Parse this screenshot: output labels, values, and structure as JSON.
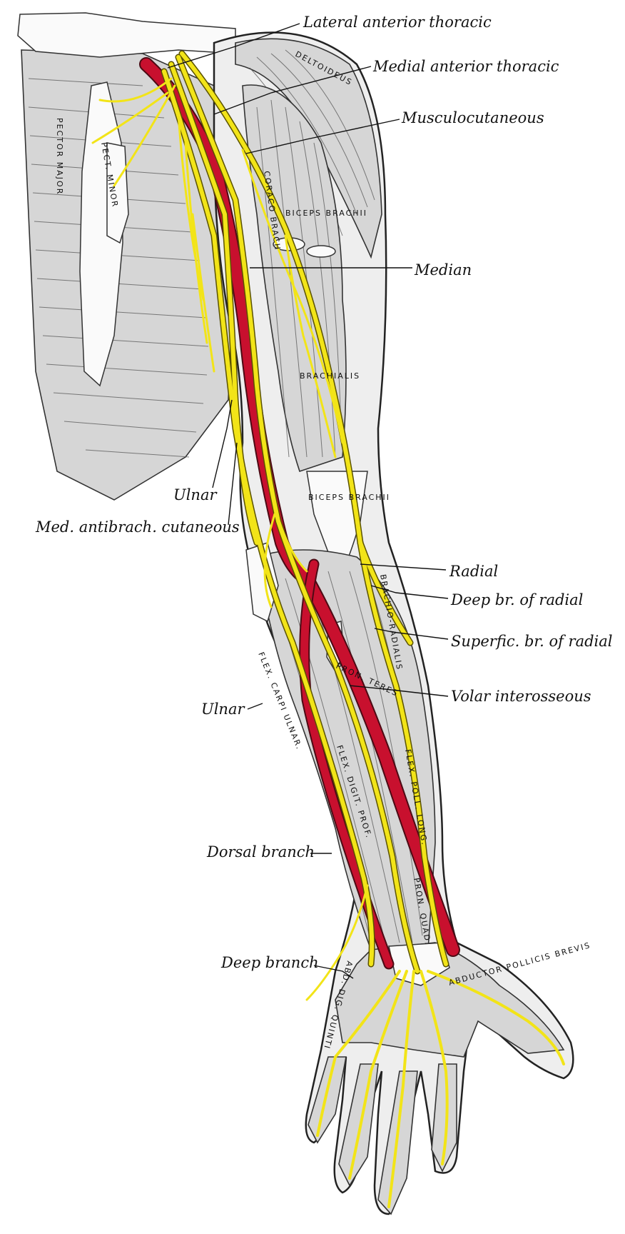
{
  "colors": {
    "nerve": "#f2e418",
    "artery": "#c8102e",
    "background": "#ffffff"
  },
  "labels": {
    "lateral_anterior_thoracic": "Lateral anterior thoracic",
    "medial_anterior_thoracic": "Medial anterior thoracic",
    "musculocutaneous": "Musculocutaneous",
    "median": "Median",
    "ulnar_upper": "Ulnar",
    "med_antibrach_cutaneous": "Med. antibrach. cutaneous",
    "radial": "Radial",
    "deep_br_of_radial": "Deep br. of radial",
    "superfic_br_of_radial": "Superfic. br. of radial",
    "volar_interosseous": "Volar interosseous",
    "ulnar_lower": "Ulnar",
    "dorsal_branch": "Dorsal branch",
    "deep_branch": "Deep branch"
  },
  "muscle_labels": {
    "deltoideus": "DELTOIDEUS",
    "pector_major": "PECTOR MAJOR",
    "pect_minor": "PECT. MINOR",
    "biceps_brachii_upper": "BICEPS BRACHII",
    "coraco_brach": "CORACO BRACH",
    "brachialis": "BRACHIALIS",
    "biceps_brachii_lower": "BICEPS BRACHII",
    "brachio_radialis": "BRACHIO-RADIALIS",
    "pron_teres": "PRON. TERES",
    "flex_carpi_ulnar": "FLEX. CARPI ULNAR.",
    "flex_digit_prof": "FLEX. DIGIT. PROF.",
    "flex_poll_long": "FLEX. POLL. LONG.",
    "pron_quad": "PRON. QUAD.",
    "abductor_pollicis_brevis": "ABDUCTOR POLLICIS BREVIS",
    "abd_dig_quinti": "ABD. DIG. QUINTI"
  }
}
